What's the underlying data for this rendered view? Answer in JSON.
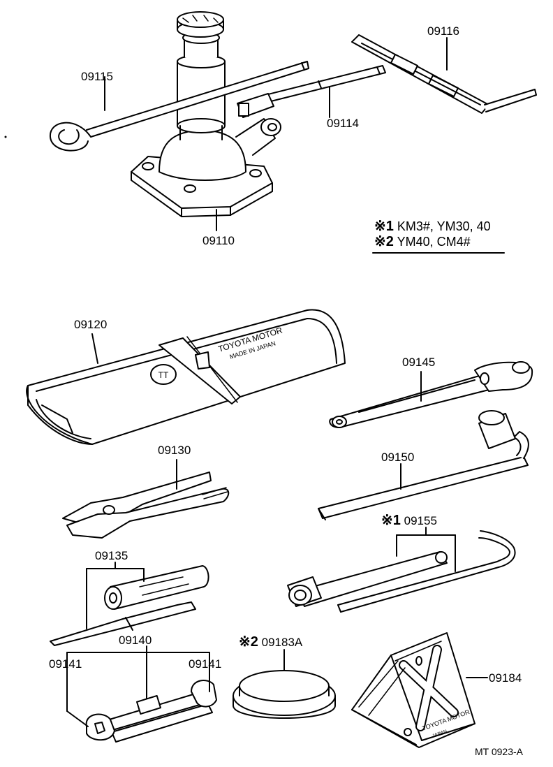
{
  "labels": {
    "p09115": "09115",
    "p09116": "09116",
    "p09114": "09114",
    "p09110": "09110",
    "p09120": "09120",
    "p09145": "09145",
    "p09130": "09130",
    "p09150": "09150",
    "p09155": "09155",
    "p09135": "09135",
    "p09140": "09140",
    "p09141_left": "09141",
    "p09141_right": "09141",
    "p09183a": "09183A",
    "p09184": "09184"
  },
  "marks": {
    "m1": "※1",
    "m2": "※2"
  },
  "notes": {
    "line1_text": "KM3#, YM30, 40",
    "line2_text": "YM40, CM4#"
  },
  "tool_roll": {
    "brand": "TOYOTA MOTOR",
    "origin": "MADE IN JAPAN",
    "emblem": "TT"
  },
  "wheel_chock": {
    "brand": "TOYOTA MOTOR",
    "origin": "JAPAN"
  },
  "drawing_code": "MT  0923-A"
}
